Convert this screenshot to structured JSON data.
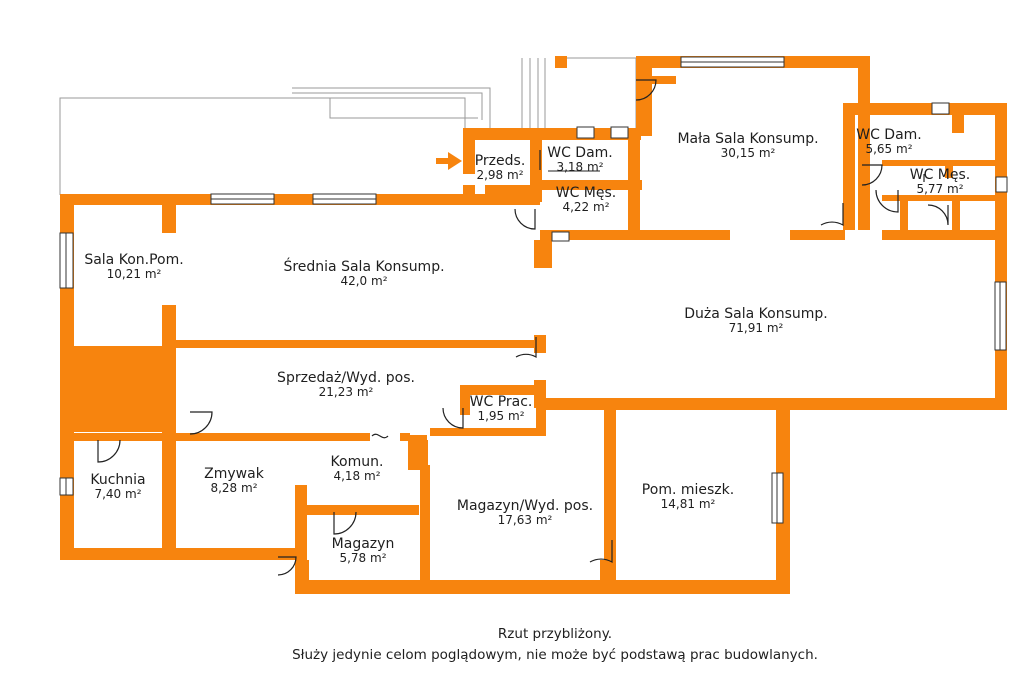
{
  "wall_color": "#f7840e",
  "rooms": [
    {
      "id": "przeds",
      "name": "Przeds.",
      "area": "2,98 m²"
    },
    {
      "id": "wc-dam-1",
      "name": "WC Dam.",
      "area": "3,18 m²"
    },
    {
      "id": "wc-mes-1",
      "name": "WC Męs.",
      "area": "4,22 m²"
    },
    {
      "id": "mala-sala",
      "name": "Mała Sala Konsump.",
      "area": "30,15 m²"
    },
    {
      "id": "wc-dam-2",
      "name": "WC Dam.",
      "area": "5,65 m²"
    },
    {
      "id": "wc-mes-2",
      "name": "WC Męs.",
      "area": "5,77 m²"
    },
    {
      "id": "sala-kon-pom",
      "name": "Sala Kon.Pom.",
      "area": "10,21 m²"
    },
    {
      "id": "srednia-sala",
      "name": "Średnia Sala Konsump.",
      "area": "42,0 m²"
    },
    {
      "id": "duza-sala",
      "name": "Duża Sala Konsump.",
      "area": "71,91 m²"
    },
    {
      "id": "sprzedaz",
      "name": "Sprzedaż/Wyd. pos.",
      "area": "21,23 m²"
    },
    {
      "id": "wc-prac",
      "name": "WC Prac.",
      "area": "1,95 m²"
    },
    {
      "id": "kuchnia",
      "name": "Kuchnia",
      "area": "7,40 m²"
    },
    {
      "id": "zmywak",
      "name": "Zmywak",
      "area": "8,28 m²"
    },
    {
      "id": "komun",
      "name": "Komun.",
      "area": "4,18 m²"
    },
    {
      "id": "magazyn-wyd",
      "name": "Magazyn/Wyd. pos.",
      "area": "17,63 m²"
    },
    {
      "id": "pom-mieszk",
      "name": "Pom. mieszk.",
      "area": "14,81 m²"
    },
    {
      "id": "magazyn",
      "name": "Magazyn",
      "area": "5,78 m²"
    }
  ],
  "footer": {
    "line1": "Rzut przybliżony.",
    "line2": "Służy jedynie celom poglądowym, nie może być podstawą prac budowlanych."
  }
}
